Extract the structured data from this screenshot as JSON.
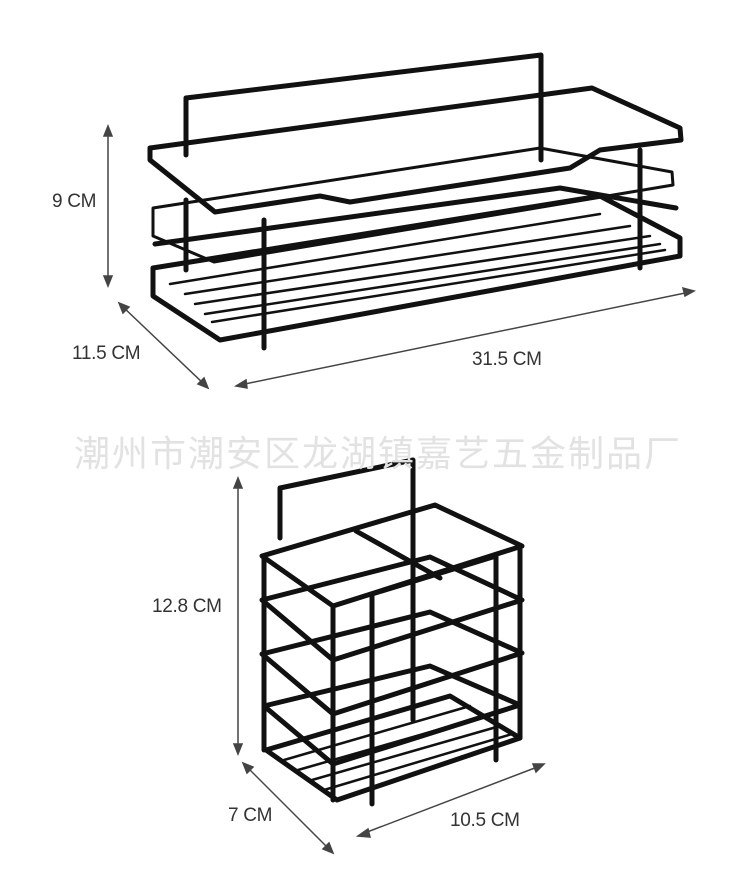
{
  "watermark": "潮州市潮安区龙湖镇嘉艺五金制品厂",
  "rack_large": {
    "height": "9 CM",
    "depth": "11.5 CM",
    "width": "31.5 CM"
  },
  "rack_small": {
    "height": "12.8 CM",
    "depth": "7 CM",
    "width": "10.5 CM"
  },
  "colors": {
    "wire": "#111111",
    "dimension_line": "#444444",
    "text": "#333333",
    "watermark": "#e2e2e2"
  }
}
